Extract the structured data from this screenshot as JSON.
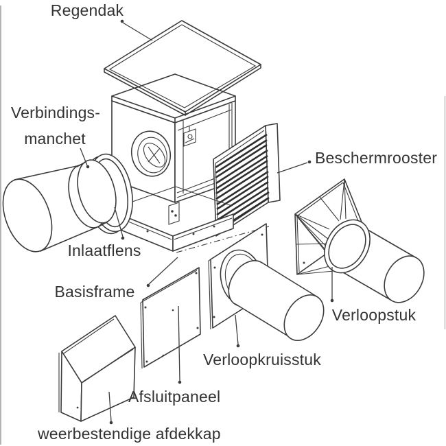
{
  "diagram": {
    "kind": "exploded-view-line-drawing",
    "labels": {
      "regendak": "Regendak",
      "verbindingsmanchet_line1": "Verbindings-",
      "verbindingsmanchet_line2": "manchet",
      "beschermrooster": "Beschermrooster",
      "inlaatflens": "Inlaatflens",
      "basisframe": "Basisframe",
      "verloopstuk": "Verloopstuk",
      "verloopkruisstuk": "Verloopkruisstuk",
      "afsluitpaneel": "Afsluitpaneel",
      "weerbestendige_afdekkap": "weerbestendige afdekkap"
    },
    "colors": {
      "line": "#3b3b3b",
      "text": "#333333",
      "roof_fill": "#f6f6f6",
      "background": "#ffffff"
    }
  }
}
